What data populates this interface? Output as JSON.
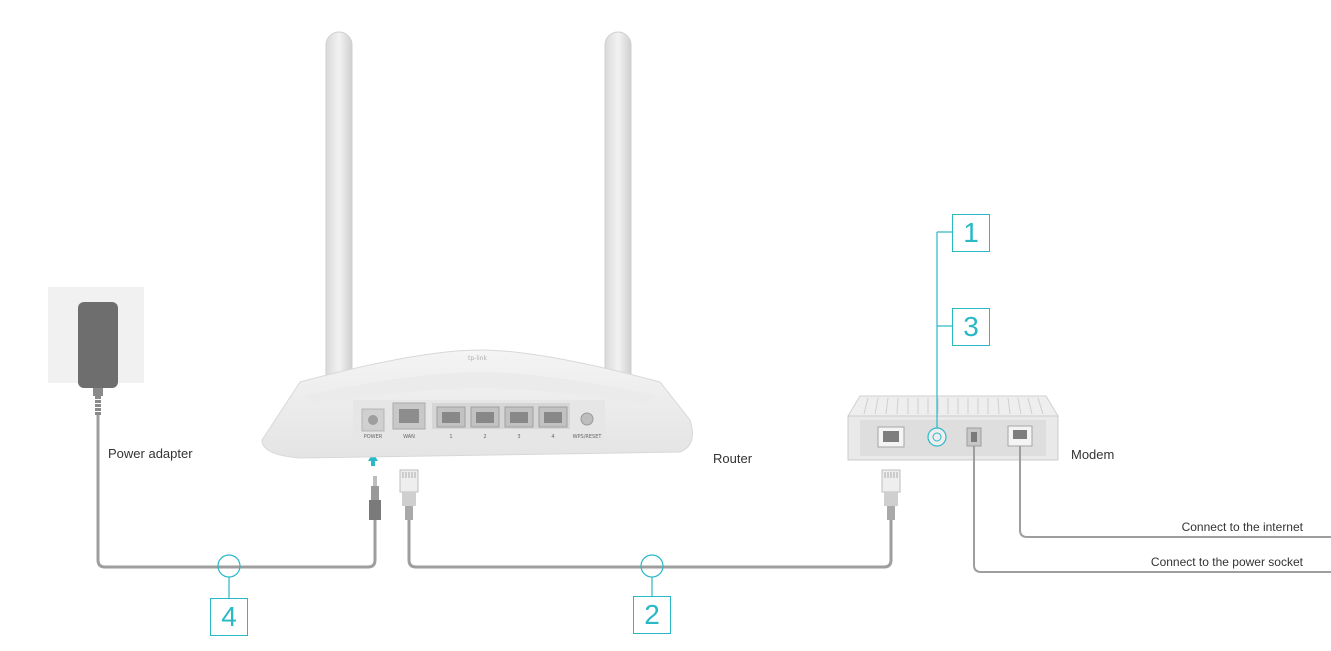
{
  "labels": {
    "power_adapter": "Power adapter",
    "router": "Router",
    "modem": "Modem",
    "internet": "Connect to the internet",
    "power_socket": "Connect to the power socket"
  },
  "router_ports": {
    "power": "POWER",
    "wan": "WAN",
    "lan1": "1",
    "lan2": "2",
    "lan3": "3",
    "lan4": "4",
    "wps": "WPS/RESET"
  },
  "steps": {
    "s1": "1",
    "s2": "2",
    "s3": "3",
    "s4": "4"
  },
  "colors": {
    "accent": "#29b8c6",
    "cable": "#9e9e9e",
    "device_body": "#ececec",
    "device_panel": "#e2e2e2"
  },
  "icons": {
    "arrow": "arrow-up-icon",
    "power_button": "power-button-icon"
  }
}
